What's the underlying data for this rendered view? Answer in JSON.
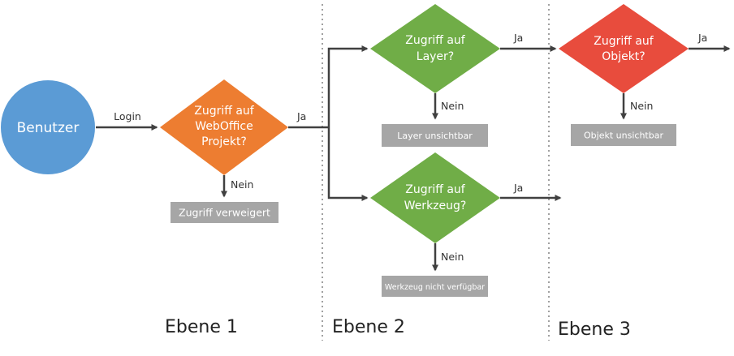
{
  "colors": {
    "circle": "#5b9bd5",
    "diamond_orange": "#ed7d31",
    "diamond_green": "#70ad47",
    "diamond_red": "#e84c3d",
    "box_gray": "#a6a6a6",
    "arrow": "#404040",
    "divider": "#a0a0a0"
  },
  "nodes": {
    "user": "Benutzer",
    "project_line1": "Zugriff auf",
    "project_line2": "WebOffice",
    "project_line3": "Projekt?",
    "layer_line1": "Zugriff auf",
    "layer_line2": "Layer?",
    "tool_line1": "Zugriff auf",
    "tool_line2": "Werkzeug?",
    "object_line1": "Zugriff auf",
    "object_line2": "Objekt?"
  },
  "results": {
    "access_denied": "Zugriff verweigert",
    "layer_invisible": "Layer unsichtbar",
    "tool_unavailable": "Werkzeug nicht verfügbar",
    "object_invisible": "Objekt unsichtbar"
  },
  "edges": {
    "login": "Login",
    "yes_project": "Ja",
    "no_project": "Nein",
    "yes_layer": "Ja",
    "no_layer": "Nein",
    "yes_tool": "Ja",
    "no_tool": "Nein",
    "yes_object": "Ja",
    "no_object": "Nein"
  },
  "levels": {
    "level1": "Ebene 1",
    "level2": "Ebene 2",
    "level3": "Ebene 3"
  }
}
